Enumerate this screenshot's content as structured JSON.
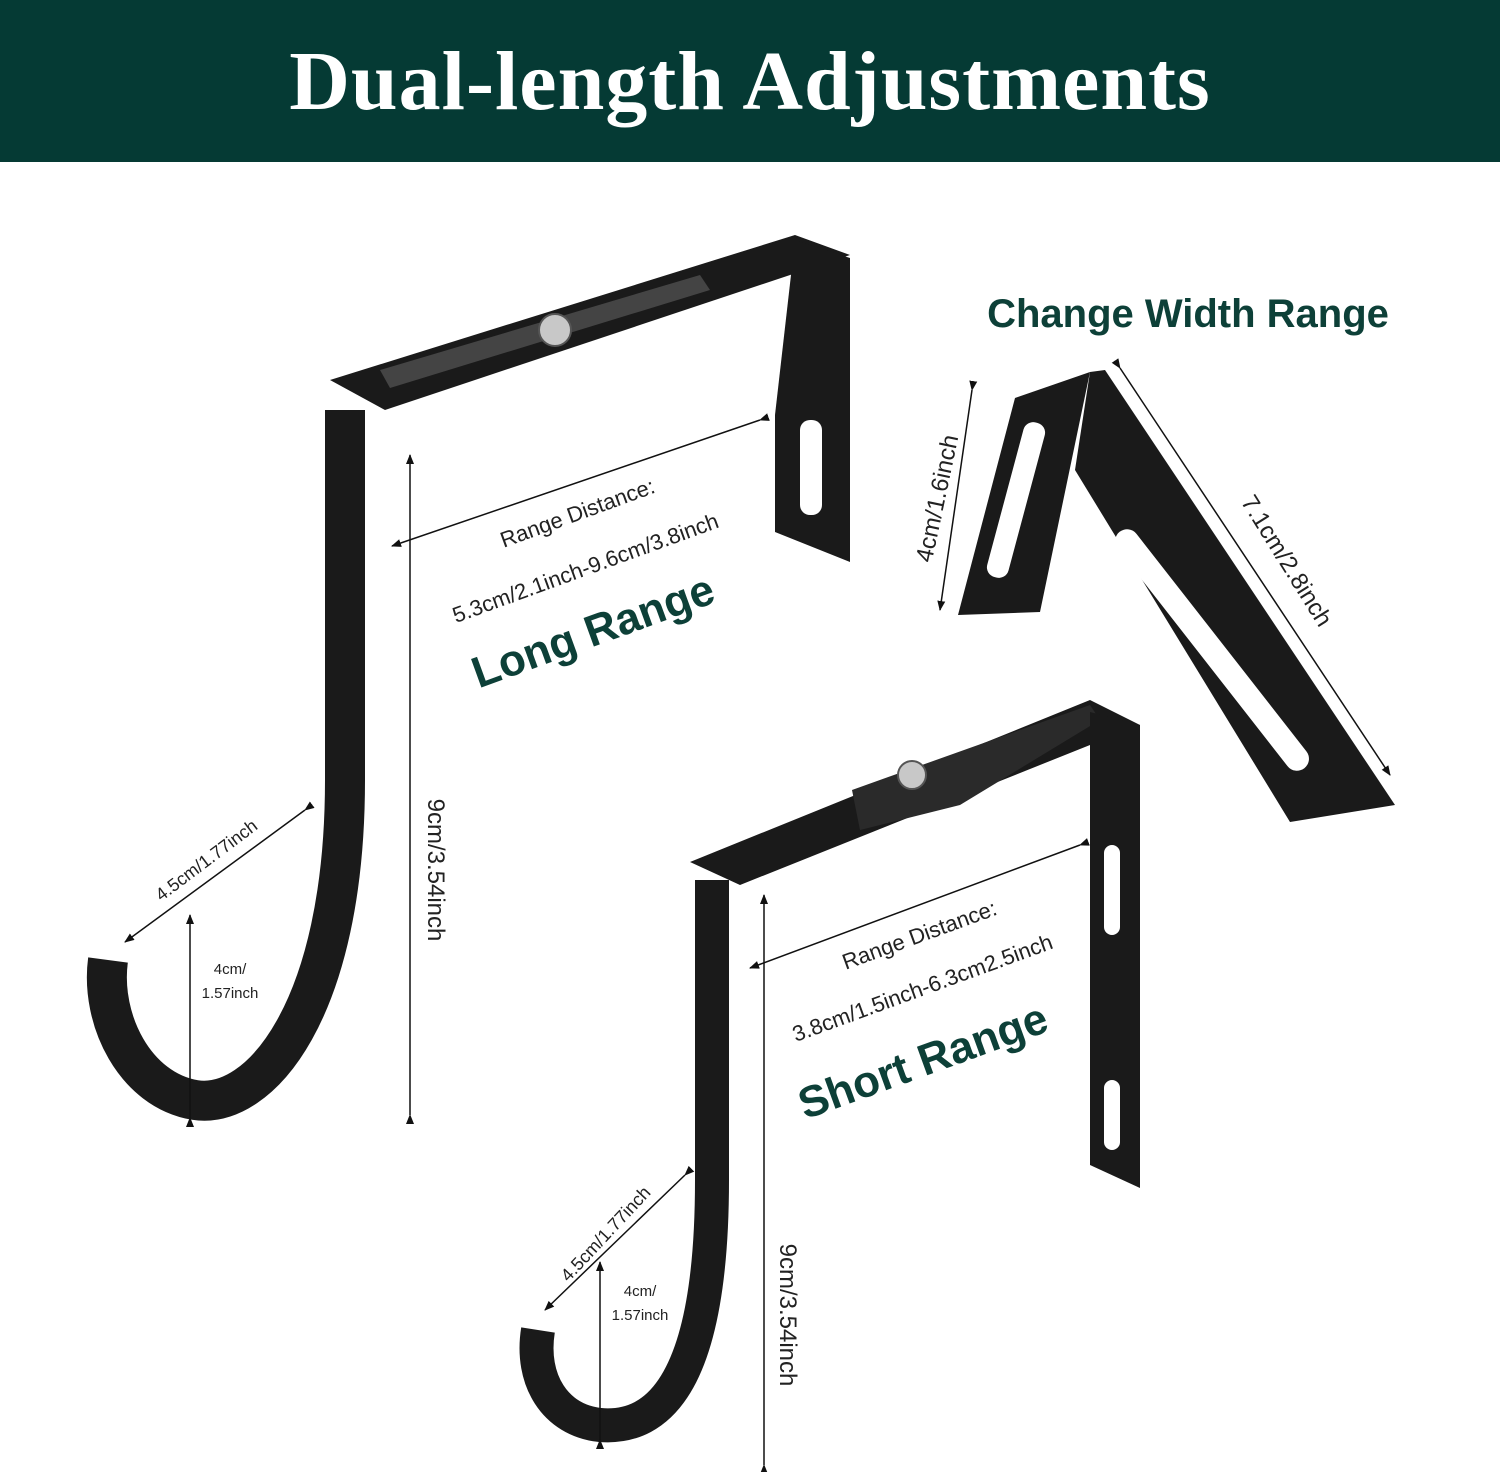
{
  "title": "Dual-length Adjustments",
  "accent_color": "#053a34",
  "label_color": "#0d4038",
  "long_hook": {
    "range_label": "Range Distance:",
    "range_value": "5.3cm/2.1inch-9.6cm/3.8inch",
    "name": "Long Range",
    "height": "9cm/3.54inch",
    "hook_length": "4.5cm/1.77inch",
    "hook_depth_cm": "4cm/",
    "hook_depth_in": "1.57inch"
  },
  "width_bracket": {
    "title": "Change Width Range",
    "short_side": "4cm/1.6inch",
    "long_side": "7.1cm/2.8inch"
  },
  "short_hook": {
    "range_label": "Range Distance:",
    "range_value": "3.8cm/1.5inch-6.3cm2.5inch",
    "name": "Short Range",
    "height": "9cm/3.54inch",
    "hook_length": "4.5cm/1.77inch",
    "hook_depth_cm": "4cm/",
    "hook_depth_in": "1.57inch"
  }
}
